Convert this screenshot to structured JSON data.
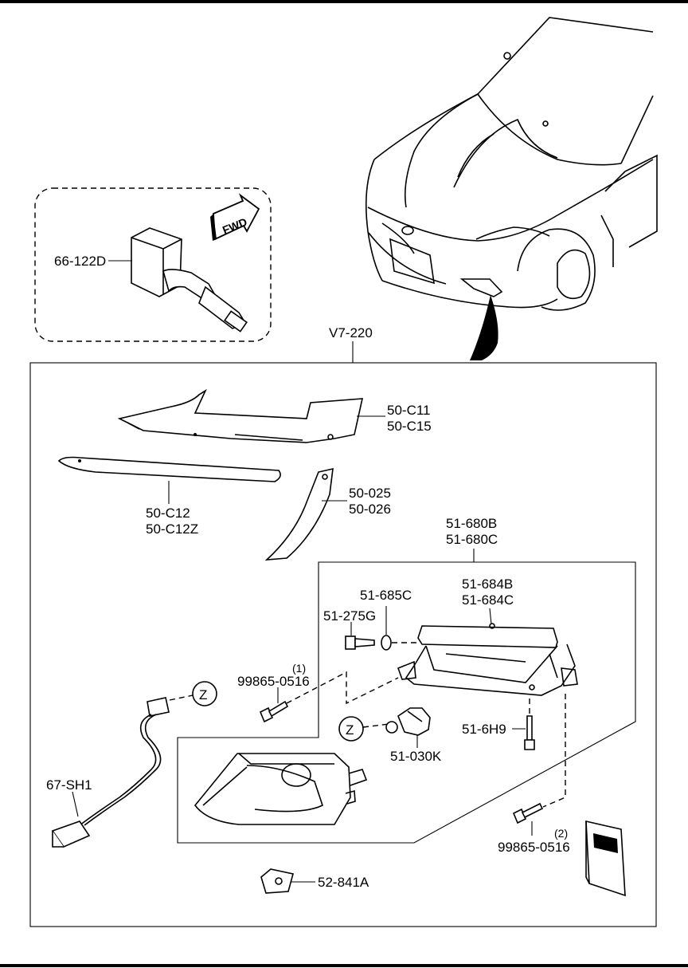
{
  "inset": {
    "part": "66-122D",
    "fwd_label": "FWD"
  },
  "group_label": "V7-220",
  "sub_group_label": [
    "51-680B",
    "51-680C"
  ],
  "parts": {
    "upper_trim": [
      "50-C11",
      "50-C15"
    ],
    "lower_strip": [
      "50-C12",
      "50-C12Z"
    ],
    "side_trim": [
      "50-025",
      "50-026"
    ],
    "bracket": [
      "51-684B",
      "51-684C"
    ],
    "washer": "51-685C",
    "bolt_small": "51-275G",
    "screw_1": {
      "number": "99865-0516",
      "note": "(1)"
    },
    "screw_2": {
      "number": "99865-0516",
      "note": "(2)"
    },
    "bulb": "51-030K",
    "bolt_long": "51-6H9",
    "harness": "67-SH1",
    "clip": "52-841A"
  },
  "connector_markers": [
    "Z",
    "Z"
  ]
}
